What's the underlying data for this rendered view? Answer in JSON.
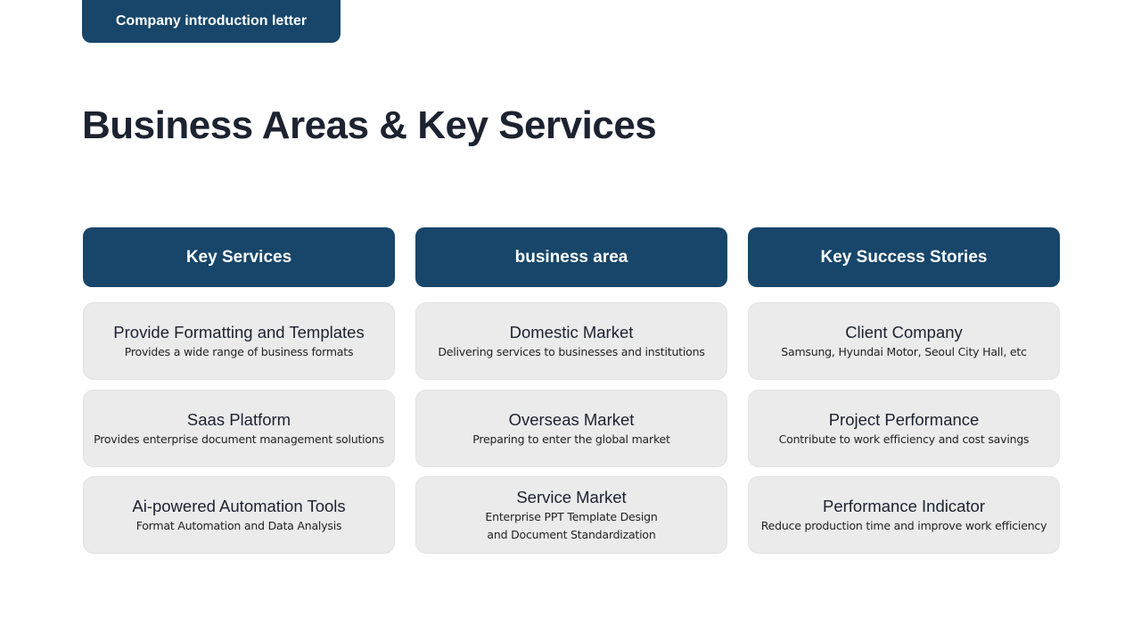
{
  "header": {
    "tag_label": "Company introduction letter",
    "title": "Business Areas & Key Services"
  },
  "colors": {
    "primary": "#17466a",
    "card_bg": "#ebebeb",
    "text_dark": "#1c2230"
  },
  "columns": [
    {
      "header": "Key Services",
      "cards": [
        {
          "title": "Provide Formatting and Templates",
          "desc": "Provides a wide range of business formats"
        },
        {
          "title": "Saas Platform",
          "desc": "Provides enterprise document management solutions"
        },
        {
          "title": "Ai-powered Automation Tools",
          "desc": "Format Automation and Data Analysis"
        }
      ]
    },
    {
      "header": "business area",
      "cards": [
        {
          "title": "Domestic Market",
          "desc": "Delivering services to businesses and institutions"
        },
        {
          "title": "Overseas Market",
          "desc": "Preparing to enter the global market"
        },
        {
          "title": "Service Market",
          "desc": "Enterprise PPT Template Design",
          "desc2": "and Document Standardization"
        }
      ]
    },
    {
      "header": "Key Success Stories",
      "cards": [
        {
          "title": "Client Company",
          "desc": "Samsung, Hyundai Motor, Seoul City Hall, etc"
        },
        {
          "title": "Project Performance",
          "desc": "Contribute to work efficiency and cost savings"
        },
        {
          "title": "Performance Indicator",
          "desc": "Reduce production time and improve work efficiency"
        }
      ]
    }
  ]
}
